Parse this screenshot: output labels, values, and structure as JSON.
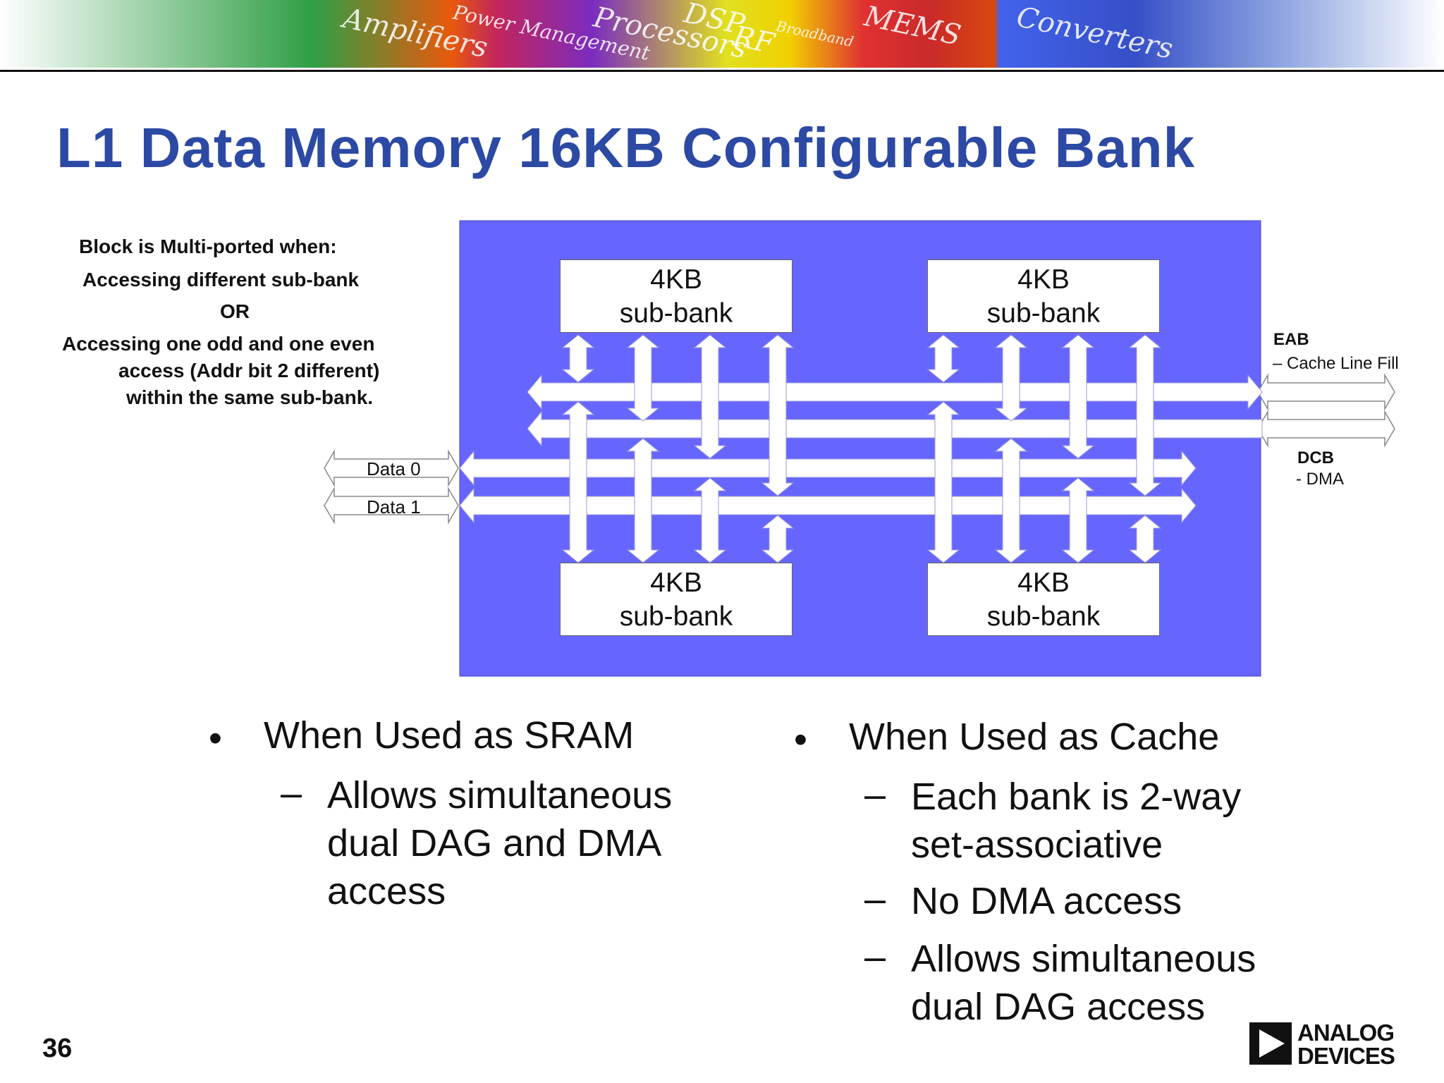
{
  "banner": {
    "categories": [
      "Amplifiers",
      "Power Management",
      "Processors",
      "DSP",
      "RF",
      "Broadband",
      "MEMS",
      "Converters"
    ]
  },
  "title": "L1 Data Memory 16KB Configurable Bank",
  "note": {
    "line1": "Block is Multi-ported when:",
    "line2": "Accessing different sub-bank",
    "line3": "OR",
    "line4": "Accessing one odd and one even",
    "line5": "access (Addr bit 2 different)",
    "line6": "within the same sub-bank."
  },
  "diagram": {
    "colors": {
      "block": "#6666ff",
      "bus": "#ffffff"
    },
    "subbanks": [
      {
        "size": "4KB",
        "label": "sub-bank"
      },
      {
        "size": "4KB",
        "label": "sub-bank"
      },
      {
        "size": "4KB",
        "label": "sub-bank"
      },
      {
        "size": "4KB",
        "label": "sub-bank"
      }
    ],
    "data0": "Data 0",
    "data1": "Data 1",
    "eab": "EAB",
    "eab_sub": "– Cache Line Fill",
    "dcb": "DCB",
    "dcb_sub": "- DMA"
  },
  "bullets": {
    "left": {
      "heading": "When Used as SRAM",
      "items": [
        "Allows simultaneous dual DAG and DMA access"
      ]
    },
    "right": {
      "heading": "When Used as Cache",
      "items": [
        "Each bank is 2-way set-associative",
        "No DMA access",
        "Allows simultaneous dual DAG access"
      ]
    }
  },
  "page_number": "36",
  "logo": {
    "line1": "ANALOG",
    "line2": "DEVICES"
  }
}
